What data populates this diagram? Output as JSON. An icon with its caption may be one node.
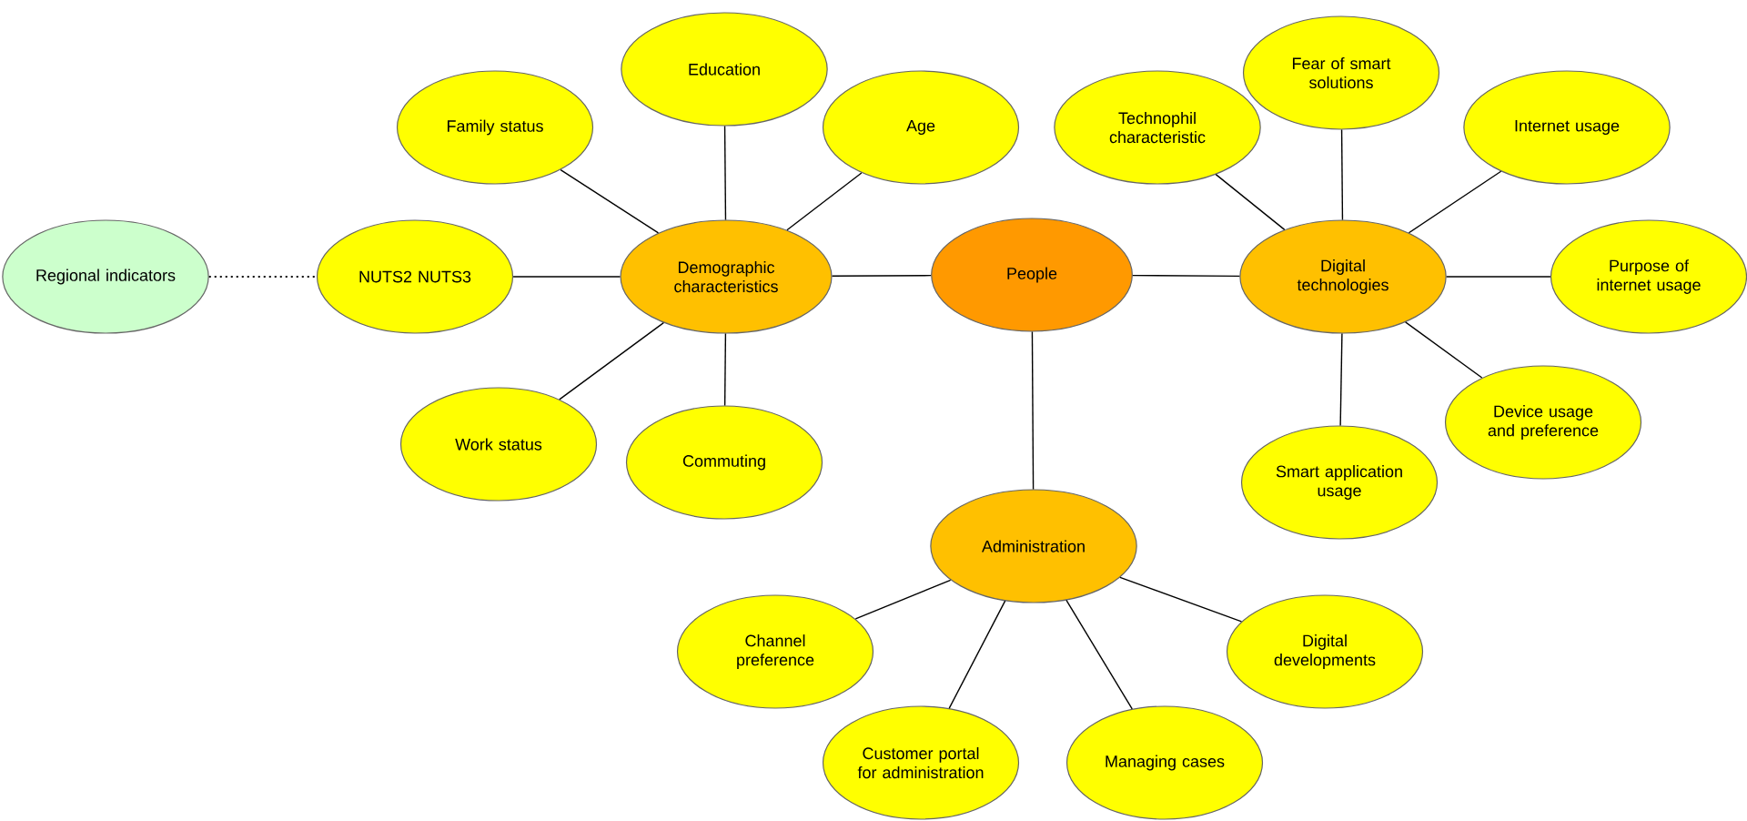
{
  "diagram": {
    "nodes": [
      {
        "text": [
          "People"
        ]
      },
      {
        "text": [
          "Demographic characteristics"
        ]
      },
      {
        "text": [
          "Digital technologies"
        ]
      },
      {
        "text": [
          "Administration"
        ]
      },
      {
        "text": [
          "Education"
        ]
      },
      {
        "text": [
          "Family status"
        ]
      },
      {
        "text": [
          "Age"
        ]
      },
      {
        "text": [
          "NUTS2 NUTS3"
        ]
      },
      {
        "text": [
          "Regional indicators"
        ]
      },
      {
        "text": [
          "Work status"
        ]
      },
      {
        "text": [
          "Commuting"
        ]
      },
      {
        "text": [
          "Technophil characteristic"
        ]
      },
      {
        "text": [
          "Fear of smart solutions"
        ]
      },
      {
        "text": [
          "Internet usage"
        ]
      },
      {
        "text": [
          "Purpose of internet usage"
        ]
      },
      {
        "text": [
          "Device usage and preference"
        ]
      },
      {
        "text": [
          "Smart application usage"
        ]
      },
      {
        "text": [
          "Channel preference"
        ]
      },
      {
        "text": [
          "Customer portal for administration"
        ]
      },
      {
        "text": [
          "Managing cases"
        ]
      },
      {
        "text": [
          "Digital developments"
        ]
      }
    ],
    "edges": [
      {
        "from": 0,
        "to": 1,
        "arrow": "none"
      },
      {
        "from": 0,
        "to": 2,
        "arrow": "none"
      },
      {
        "from": 0,
        "to": 3,
        "arrow": "none"
      },
      {
        "from": 1,
        "to": 4,
        "arrow": "none"
      },
      {
        "from": 1,
        "to": 5,
        "arrow": "none"
      },
      {
        "from": 1,
        "to": 6,
        "arrow": "none"
      },
      {
        "from": 1,
        "to": 7,
        "arrow": "none"
      },
      {
        "from": 8,
        "to": 7,
        "arrow": "none",
        "style": "dashed"
      },
      {
        "from": 1,
        "to": 9,
        "arrow": "none"
      },
      {
        "from": 1,
        "to": 10,
        "arrow": "none"
      },
      {
        "from": 2,
        "to": 11,
        "arrow": "none"
      },
      {
        "from": 2,
        "to": 12,
        "arrow": "none"
      },
      {
        "from": 2,
        "to": 13,
        "arrow": "none"
      },
      {
        "from": 2,
        "to": 14,
        "arrow": "none"
      },
      {
        "from": 2,
        "to": 15,
        "arrow": "none"
      },
      {
        "from": 2,
        "to": 16,
        "arrow": "none"
      },
      {
        "from": 3,
        "to": 17,
        "arrow": "none"
      },
      {
        "from": 3,
        "to": 18,
        "arrow": "none"
      },
      {
        "from": 3,
        "to": 19,
        "arrow": "none"
      },
      {
        "from": 3,
        "to": 20,
        "arrow": "none"
      }
    ]
  }
}
